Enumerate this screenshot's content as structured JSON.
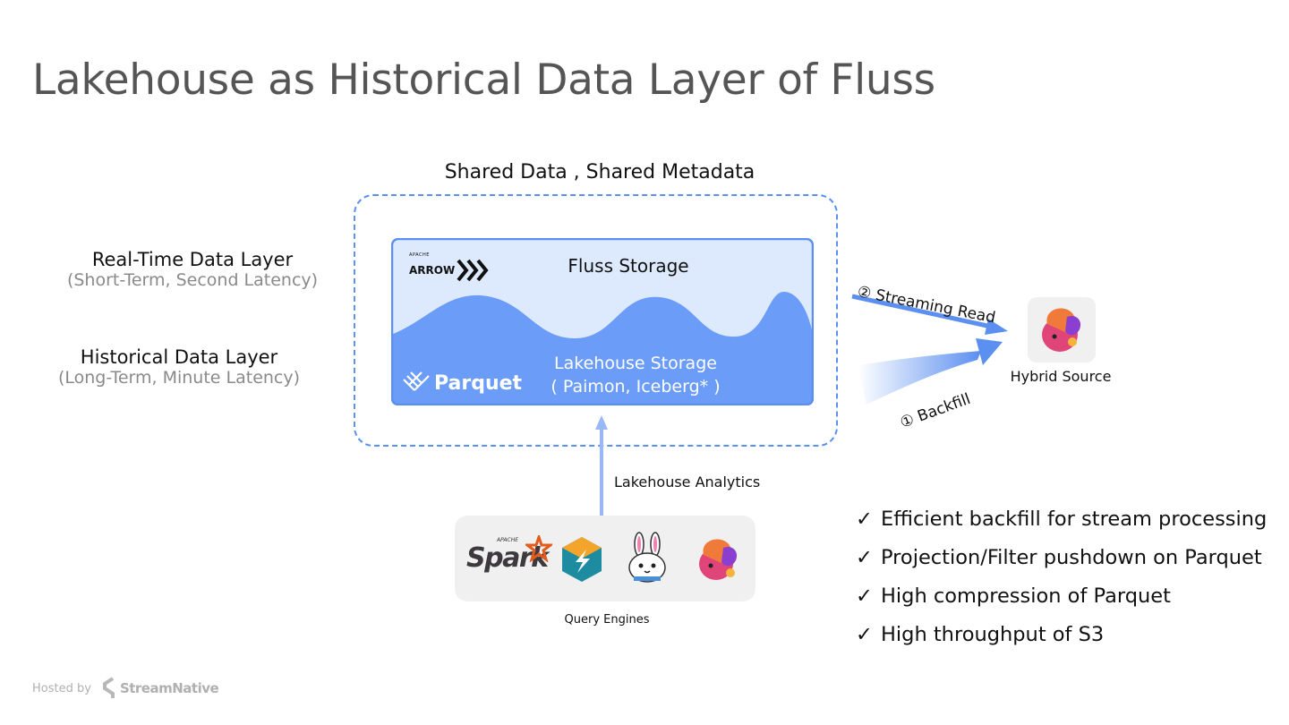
{
  "title": "Lakehouse as Historical Data Layer of Fluss",
  "shared_label": "Shared Data , Shared Metadata",
  "layers": {
    "realtime": {
      "title": "Real-Time Data Layer",
      "subtitle": "(Short-Term, Second Latency)"
    },
    "historical": {
      "title": "Historical Data Layer",
      "subtitle": "(Long-Term, Minute Latency)"
    }
  },
  "storage": {
    "fluss_label": "Fluss Storage",
    "lake_label_1": "Lakehouse Storage",
    "lake_label_2": "( Paimon, Iceberg* )",
    "arrow_logo_small": "APACHE",
    "arrow_logo": "ARROW",
    "parquet_logo": "Parquet",
    "colors": {
      "top_fill": "#dde9fd",
      "wave_fill": "#6b9cf7",
      "border": "#5b8ff0"
    }
  },
  "arrows": {
    "streaming_read": "② Streaming Read",
    "backfill": "① Backfill"
  },
  "hybrid_source": {
    "label": "Hybrid Source",
    "icon": "flink-squirrel-icon"
  },
  "analytics": {
    "label": "Lakehouse Analytics",
    "engines_label": "Query Engines",
    "engines": [
      {
        "name": "Spark",
        "small": "APACHE",
        "icon": "spark-logo"
      },
      {
        "name": "StarRocks",
        "icon": "starrocks-logo"
      },
      {
        "name": "Trino Bunny",
        "icon": "bunny-logo"
      },
      {
        "name": "Flink",
        "icon": "flink-squirrel-icon"
      }
    ]
  },
  "benefits": [
    "Efficient backfill for stream processing",
    "Projection/Filter pushdown on Parquet",
    "High compression of Parquet",
    "High throughput of S3"
  ],
  "check_mark": "✓",
  "footer": {
    "hosted_by": "Hosted by",
    "brand": "StreamNative"
  },
  "accent_color": "#5b8ff0"
}
